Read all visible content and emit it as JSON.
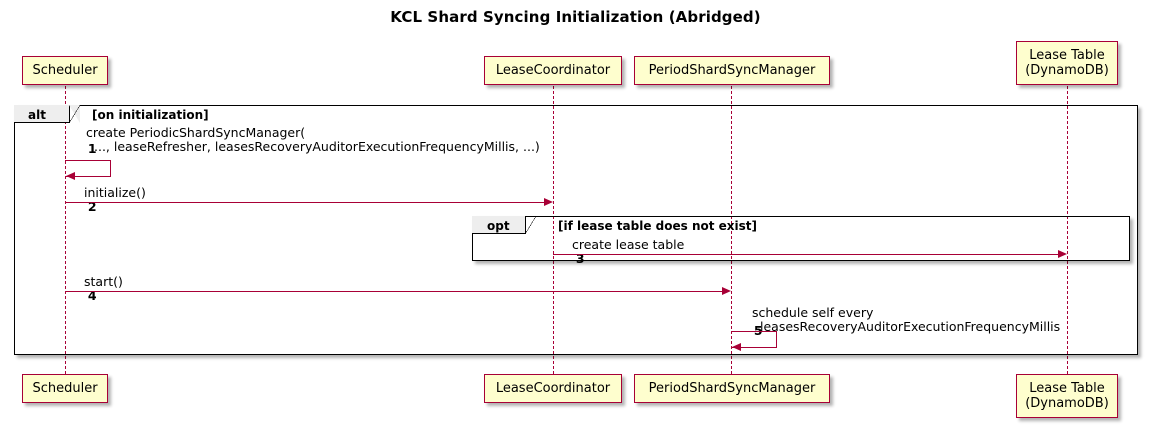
{
  "diagram": {
    "title": "KCL Shard Syncing Initialization (Abridged)",
    "type": "uml-sequence-diagram",
    "colors": {
      "participant_fill": "#FEFECE",
      "participant_border": "#A80036",
      "arrow": "#A80036",
      "frame_border": "#000000",
      "frame_tab_fill": "#EEEEEE",
      "background": "#FFFFFF"
    }
  },
  "participants": [
    {
      "id": "scheduler",
      "label": "Scheduler",
      "lines": [
        "Scheduler"
      ]
    },
    {
      "id": "leasecoord",
      "label": "LeaseCoordinator",
      "lines": [
        "LeaseCoordinator"
      ]
    },
    {
      "id": "psm",
      "label": "PeriodShardSyncManager",
      "lines": [
        "PeriodShardSyncManager"
      ]
    },
    {
      "id": "leasetable",
      "label": "Lease Table (DynamoDB)",
      "lines": [
        "Lease Table",
        "(DynamoDB)"
      ]
    }
  ],
  "participants_bottom": [
    {
      "id": "scheduler-b",
      "label": "Scheduler",
      "lines": [
        "Scheduler"
      ]
    },
    {
      "id": "leasecoord-b",
      "label": "LeaseCoordinator",
      "lines": [
        "LeaseCoordinator"
      ]
    },
    {
      "id": "psm-b",
      "label": "PeriodShardSyncManager",
      "lines": [
        "PeriodShardSyncManager"
      ]
    },
    {
      "id": "leasetable-b",
      "label": "Lease Table (DynamoDB)",
      "lines": [
        "Lease Table",
        "(DynamoDB)"
      ]
    }
  ],
  "frames": [
    {
      "id": "alt",
      "keyword": "alt",
      "condition": "[on initialization]"
    },
    {
      "id": "opt",
      "keyword": "opt",
      "condition": "[if lease table does not exist]"
    }
  ],
  "messages": [
    {
      "num": "1",
      "from": "scheduler",
      "to": "scheduler",
      "kind": "self",
      "text_lines": [
        "create PeriodicShardSyncManager(",
        "..., leaseRefresher, leasesRecoveryAuditorExecutionFrequencyMillis, ...)"
      ]
    },
    {
      "num": "2",
      "from": "scheduler",
      "to": "leasecoord",
      "kind": "sync",
      "text_lines": [
        "initialize()"
      ]
    },
    {
      "num": "3",
      "from": "leasecoord",
      "to": "leasetable",
      "kind": "sync",
      "text_lines": [
        "create lease table"
      ]
    },
    {
      "num": "4",
      "from": "scheduler",
      "to": "psm",
      "kind": "sync",
      "text_lines": [
        "start()"
      ]
    },
    {
      "num": "5",
      "from": "psm",
      "to": "psm",
      "kind": "self",
      "text_lines": [
        "schedule self every",
        "leasesRecoveryAuditorExecutionFrequencyMillis"
      ]
    }
  ]
}
